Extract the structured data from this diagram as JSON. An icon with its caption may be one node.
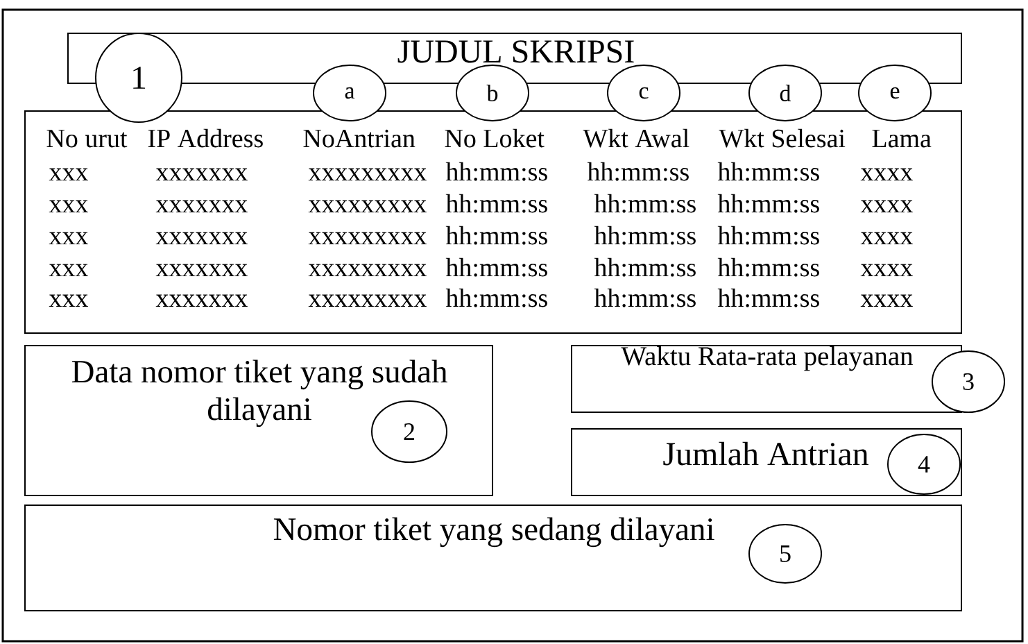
{
  "diagram": {
    "nodes": [
      {
        "text": [],
        "shape": "box"
      },
      {
        "text": [
          "JUDUL SKRIPSI"
        ],
        "in": 0
      },
      {
        "text": [
          "1"
        ],
        "in": 0
      },
      {
        "text": [
          "a"
        ],
        "in": 0
      },
      {
        "text": [
          "b"
        ],
        "in": 0
      },
      {
        "text": [
          "c"
        ],
        "in": 0
      },
      {
        "text": [
          "d"
        ],
        "in": 0
      },
      {
        "text": [
          "e"
        ],
        "in": 0
      },
      {
        "text": [
          "No urut",
          "IP Address",
          "NoAntrian",
          "No Loket",
          "Wkt Awal",
          "Wkt Selesai",
          "Lama",
          "xxx",
          "xxxxxxx",
          "xxxxxxxxx",
          "hh:mm:ss",
          "hh:mm:ss",
          "hh:mm:ss",
          "xxxx",
          "xxx",
          "xxxxxxx",
          "xxxxxxxxx",
          "hh:mm:ss",
          "hh:mm:ss",
          "hh:mm:ss",
          "xxxx",
          "xxx",
          "xxxxxxx",
          "xxxxxxxxx",
          "hh:mm:ss",
          "hh:mm:ss",
          "hh:mm:ss",
          "xxxx",
          "xxx",
          "xxxxxxx",
          "xxxxxxxxx",
          "hh:mm:ss",
          "hh:mm:ss",
          "hh:mm:ss",
          "xxxx",
          "xxx",
          "xxxxxxx",
          "xxxxxxxxx",
          "hh:mm:ss",
          "hh:mm:ss",
          "hh:mm:ss",
          "xxxx"
        ],
        "in": 0
      },
      {
        "text": [
          "Data nomor tiket yang sudah dilayani"
        ],
        "in": 0
      },
      {
        "text": [
          "2"
        ],
        "in": 9
      },
      {
        "text": [
          "Waktu Rata-rata pelayanan"
        ],
        "in": 0
      },
      {
        "text": [
          "3"
        ],
        "in": 0
      },
      {
        "text": [
          "Jumlah Antrian"
        ],
        "in": 0
      },
      {
        "text": [
          "4"
        ],
        "in": 13
      },
      {
        "text": [
          "Nomor tiket yang sedang dilayani"
        ],
        "in": 0
      },
      {
        "text": [
          "5"
        ],
        "in": 15
      }
    ]
  }
}
